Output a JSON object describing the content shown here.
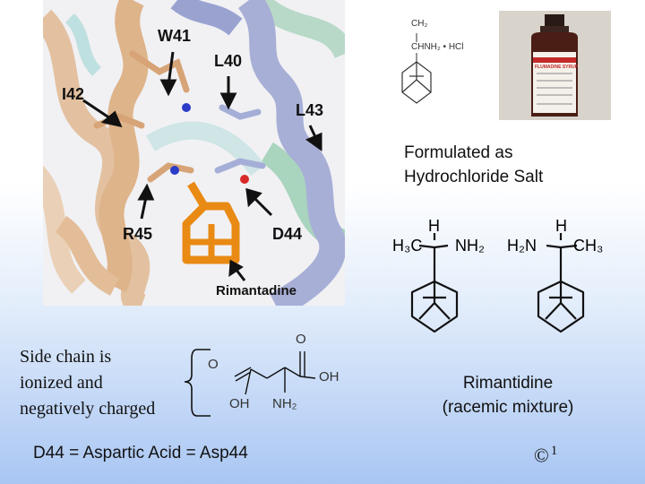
{
  "protein_panel": {
    "labels": {
      "w41": "W41",
      "l40": "L40",
      "i42": "I42",
      "l43": "L43",
      "r45": "R45",
      "d44": "D44",
      "rimantadine": "Rimantadine"
    }
  },
  "salt_structure": {
    "ch2": "CH₂",
    "amine": "CHNH₂ • HCl"
  },
  "bottle": {
    "label": "FLUMADINE SYRUP"
  },
  "formulated_caption": {
    "line1": "Formulated as",
    "line2": "Hydrochloride Salt"
  },
  "enantiomers": {
    "left_h": "H",
    "left_ch3": "H₃C",
    "left_nh2": "NH₂",
    "right_h": "H",
    "right_nh2": "H₂N",
    "right_ch3": "CH₃"
  },
  "side_chain_caption": {
    "line1": "Side chain is",
    "line2": "ionized and",
    "line3": "negatively charged"
  },
  "aspartic_structure": {
    "o_top": "O",
    "o_left": "O",
    "oh_right": "OH",
    "oh_bottom": "OH",
    "nh2": "NH₂"
  },
  "d44_caption": "D44 = Aspartic Acid = Asp44",
  "rimantidine_caption": {
    "line1": "Rimantidine",
    "line2": "(racemic mixture)"
  },
  "copyright": {
    "symbol": "©",
    "number": "1"
  }
}
